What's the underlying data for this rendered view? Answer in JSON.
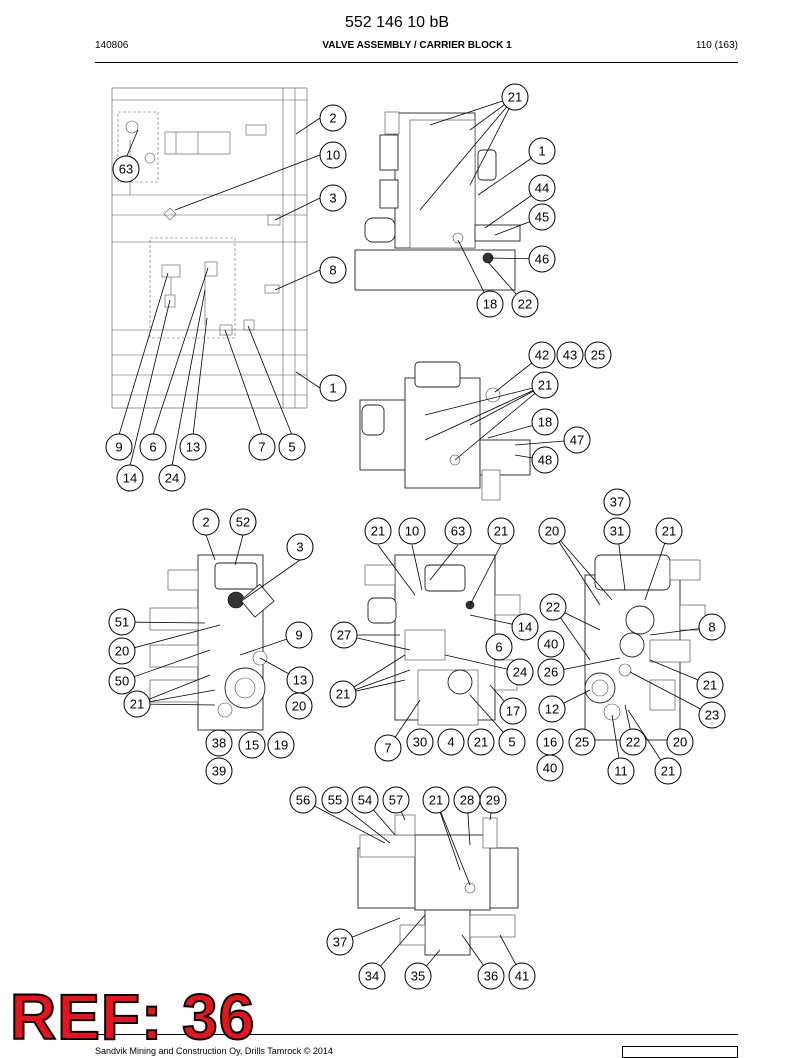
{
  "header": {
    "doc_number": "552 146 10 bB",
    "date_code": "140806",
    "title": "VALVE ASSEMBLY / CARRIER BLOCK 1",
    "page": "110 (163)"
  },
  "footer": {
    "company": "Sandvik Mining and Construction Oy, Drills Tamrock © 2014"
  },
  "stamp": {
    "text": "REF: 36",
    "color": "#e8141b"
  },
  "callouts": {
    "schematic": [
      "2",
      "10",
      "3",
      "8",
      "1",
      "63",
      "9",
      "6",
      "13",
      "7",
      "5",
      "14",
      "24"
    ],
    "view_top_right": [
      "21",
      "1",
      "44",
      "45",
      "46",
      "18",
      "22"
    ],
    "view_middle_right": [
      "42",
      "43",
      "25",
      "21",
      "18",
      "47",
      "48"
    ],
    "view_left": [
      "2",
      "52",
      "3",
      "51",
      "20",
      "9",
      "13",
      "50",
      "21",
      "20",
      "38",
      "15",
      "19",
      "39"
    ],
    "view_center": [
      "21",
      "10",
      "63",
      "21",
      "27",
      "14",
      "6",
      "24",
      "21",
      "17",
      "7",
      "30",
      "4",
      "21",
      "5"
    ],
    "view_right": [
      "37",
      "20",
      "31",
      "21",
      "22",
      "8",
      "40",
      "26",
      "21",
      "12",
      "23",
      "16",
      "25",
      "22",
      "20",
      "40",
      "11",
      "21"
    ],
    "view_bottom": [
      "56",
      "55",
      "54",
      "57",
      "21",
      "28",
      "29",
      "37",
      "34",
      "35",
      "36",
      "41"
    ]
  }
}
